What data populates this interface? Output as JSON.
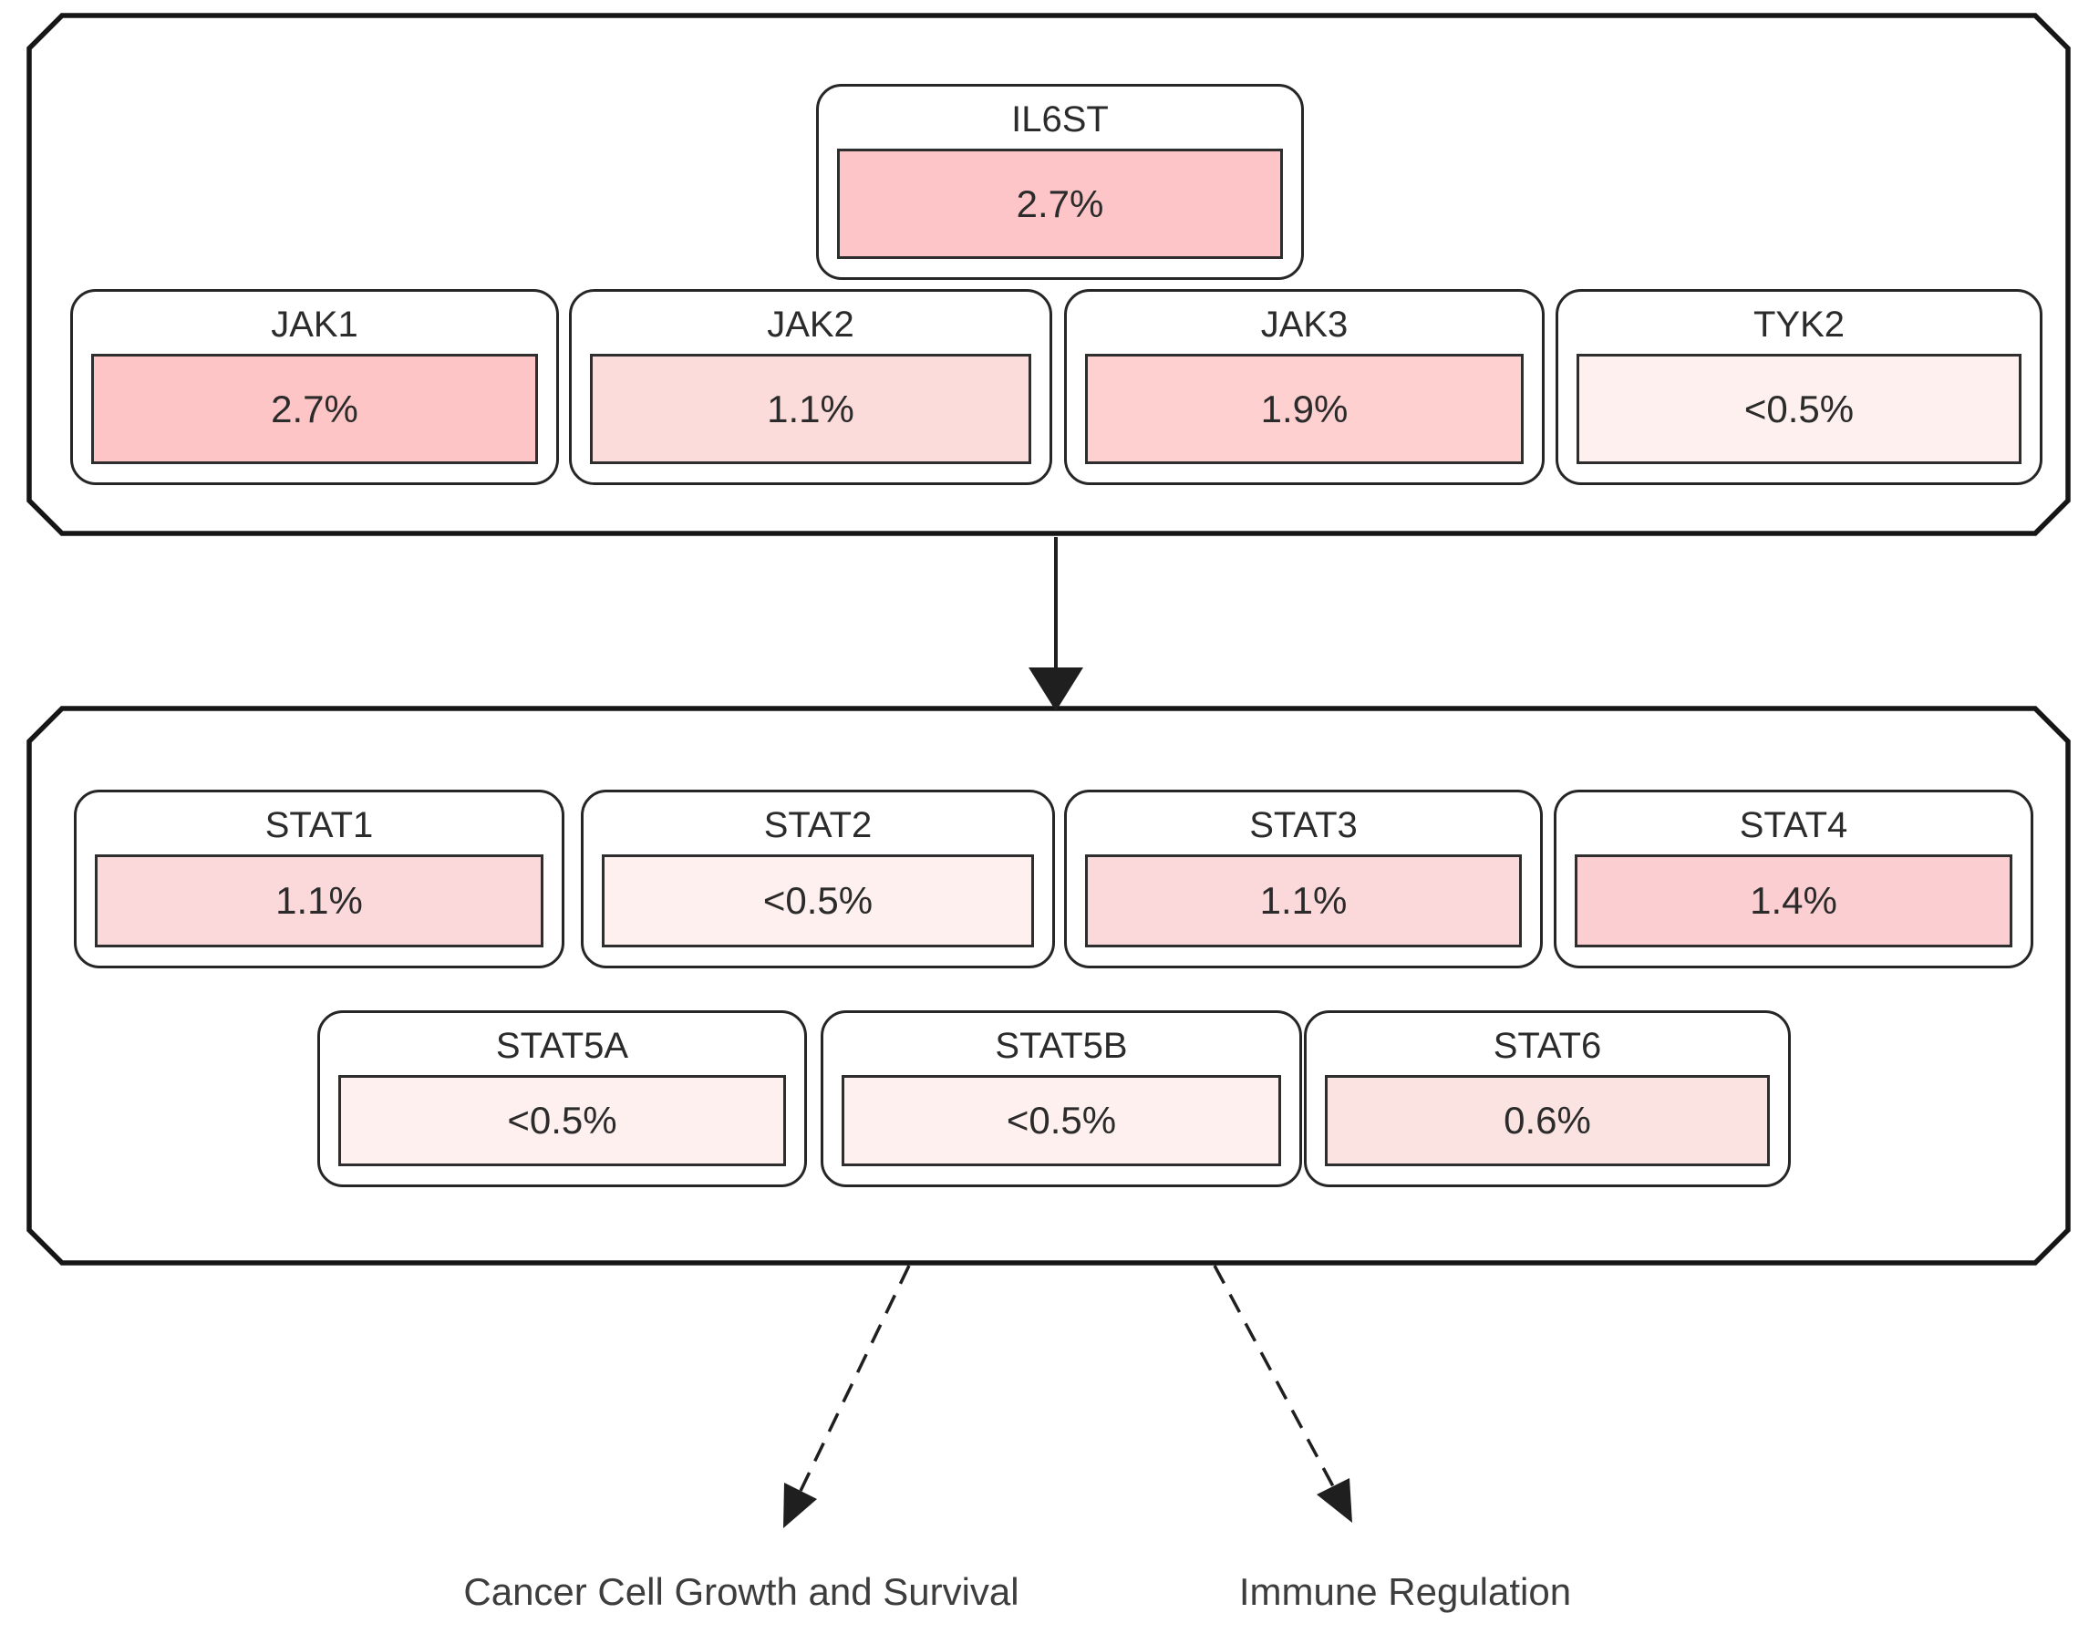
{
  "diagram": {
    "description": "JAK-STAT pathway gene alteration frequency diagram",
    "accent_border_color": "#161616",
    "node_border_color": "#262626",
    "bar_border_color": "#2e2e2e",
    "arrow_color": "#1f1f1f"
  },
  "nodes": {
    "il6st": {
      "label": "IL6ST",
      "value": "2.7%",
      "fill": "#fdc5c7"
    },
    "jak1": {
      "label": "JAK1",
      "value": "2.7%",
      "fill": "#fdc5c6"
    },
    "jak2": {
      "label": "JAK2",
      "value": "1.1%",
      "fill": "#fbdcdb"
    },
    "jak3": {
      "label": "JAK3",
      "value": "1.9%",
      "fill": "#fed0d0"
    },
    "tyk2": {
      "label": "TYK2",
      "value": "<0.5%",
      "fill": "#fdf0ee"
    },
    "stat1": {
      "label": "STAT1",
      "value": "1.1%",
      "fill": "#fbd8d9"
    },
    "stat2": {
      "label": "STAT2",
      "value": "<0.5%",
      "fill": "#fdf0ee"
    },
    "stat3": {
      "label": "STAT3",
      "value": "1.1%",
      "fill": "#fbd8d9"
    },
    "stat4": {
      "label": "STAT4",
      "value": "1.4%",
      "fill": "#fbcfd2"
    },
    "stat5a": {
      "label": "STAT5A",
      "value": "<0.5%",
      "fill": "#fdf0ee"
    },
    "stat5b": {
      "label": "STAT5B",
      "value": "<0.5%",
      "fill": "#fdf0ee"
    },
    "stat6": {
      "label": "STAT6",
      "value": "0.6%",
      "fill": "#fbe3e1"
    }
  },
  "outcomes": {
    "left": "Cancer Cell Growth and Survival",
    "right": "Immune Regulation"
  }
}
